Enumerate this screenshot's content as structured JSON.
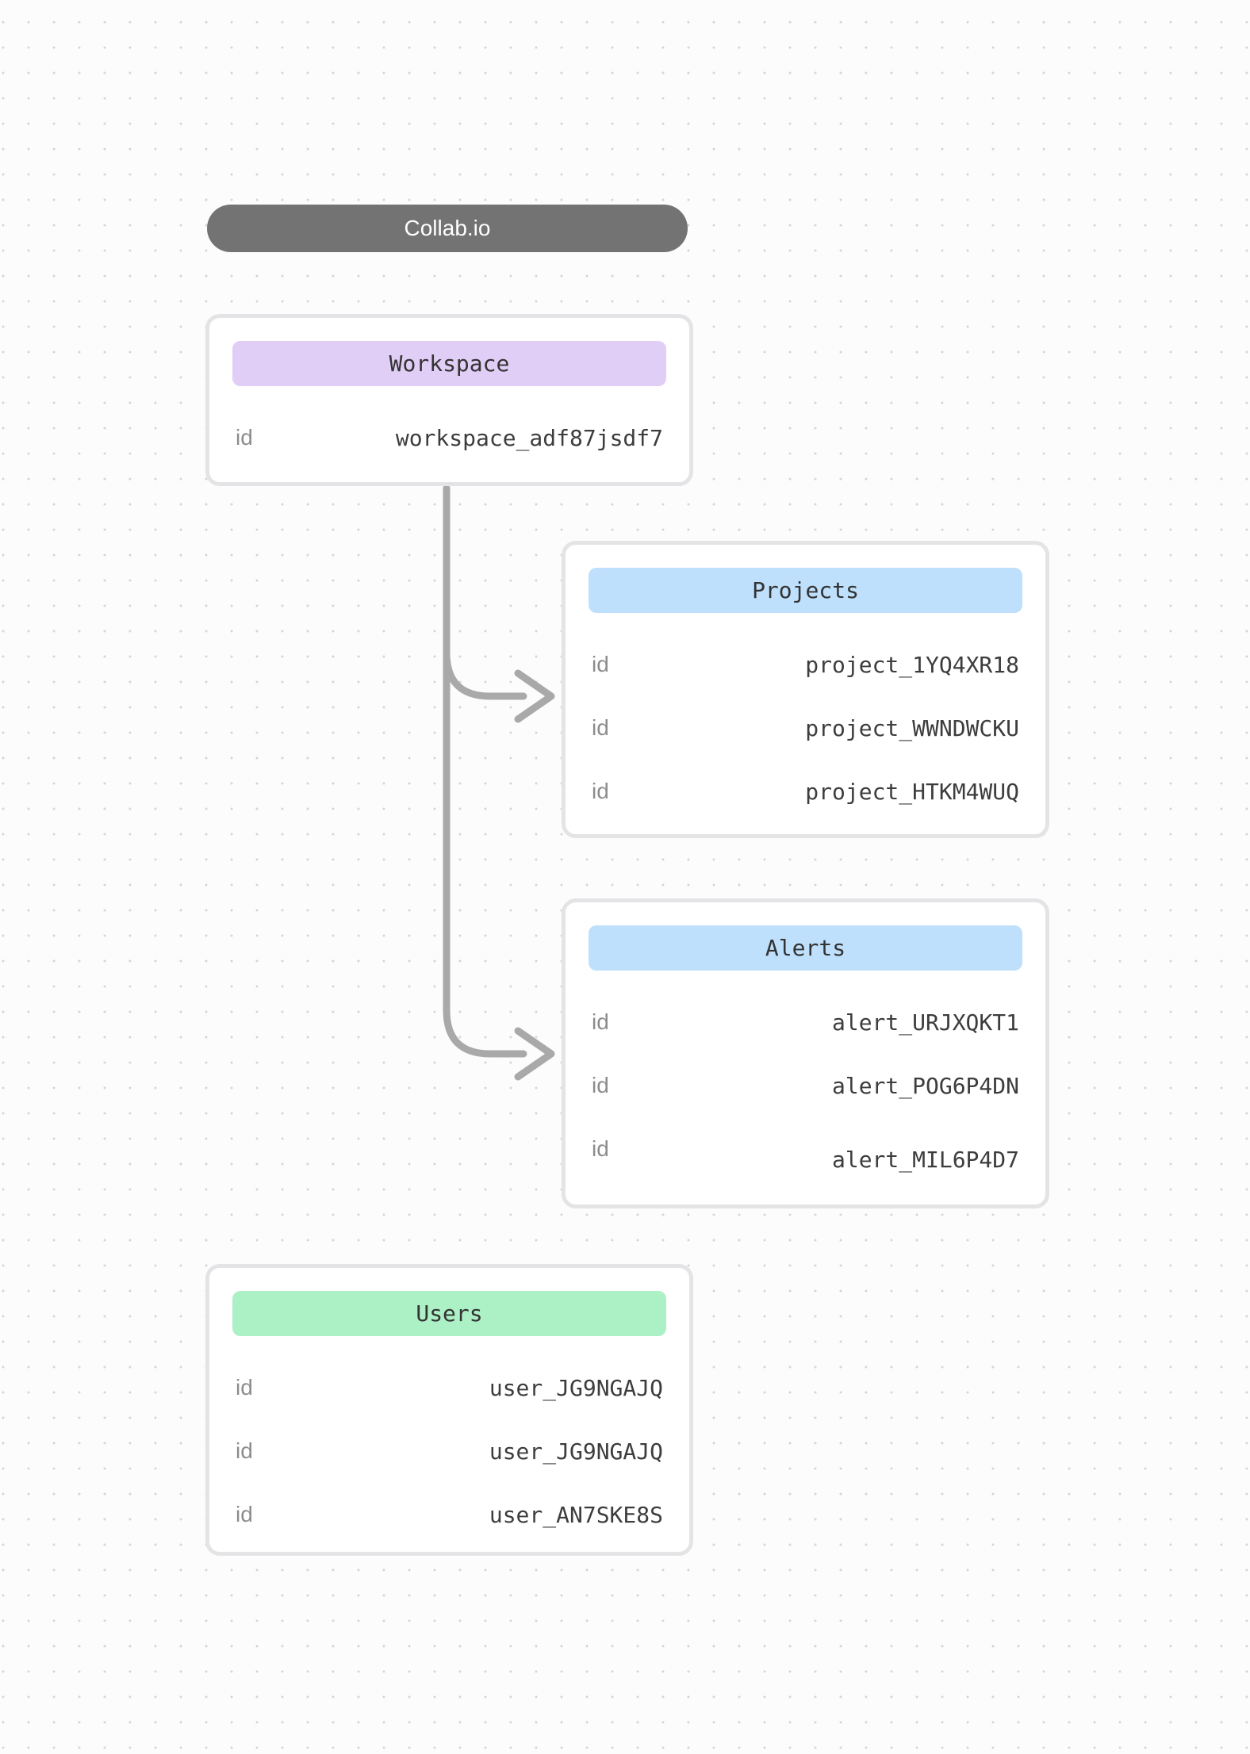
{
  "app": {
    "title": "Collab.io"
  },
  "entities": [
    {
      "key": "workspace",
      "title": "Workspace",
      "header_color": "#e1cef7",
      "rows": [
        {
          "label": "id",
          "value": "workspace_adf87jsdf7"
        }
      ]
    },
    {
      "key": "projects",
      "title": "Projects",
      "header_color": "#bee0fc",
      "rows": [
        {
          "label": "id",
          "value": "project_1YQ4XR18"
        },
        {
          "label": "id",
          "value": "project_WWNDWCKU"
        },
        {
          "label": "id",
          "value": "project_HTKM4WUQ"
        }
      ]
    },
    {
      "key": "alerts",
      "title": "Alerts",
      "header_color": "#bee0fc",
      "rows": [
        {
          "label": "id",
          "value": "alert_URJXQKT1"
        },
        {
          "label": "id",
          "value": "alert_POG6P4DN"
        },
        {
          "label": "id",
          "value": "alert_MIL6P4D7"
        }
      ]
    },
    {
      "key": "users",
      "title": "Users",
      "header_color": "#acf0c5",
      "rows": [
        {
          "label": "id",
          "value": "user_JG9NGAJQ"
        },
        {
          "label": "id",
          "value": "user_JG9NGAJQ"
        },
        {
          "label": "id",
          "value": "user_AN7SKE8S"
        }
      ]
    }
  ],
  "connectors": [
    {
      "from": "Workspace",
      "to": "Projects"
    },
    {
      "from": "Workspace",
      "to": "Alerts"
    }
  ],
  "colors": {
    "background": "#fcfcfd",
    "grid_dots": "#d6d6d6",
    "pill_bg": "#737373",
    "pill_text": "#ffffff",
    "card_border": "#e4e4e6",
    "workspace_header": "#e1cef7",
    "projects_header": "#bee0fc",
    "alerts_header": "#bee0fc",
    "users_header": "#acf0c5",
    "connector": "#a9a9a9",
    "value_text": "#3d3d3d",
    "label_text": "#8c8c8c"
  }
}
